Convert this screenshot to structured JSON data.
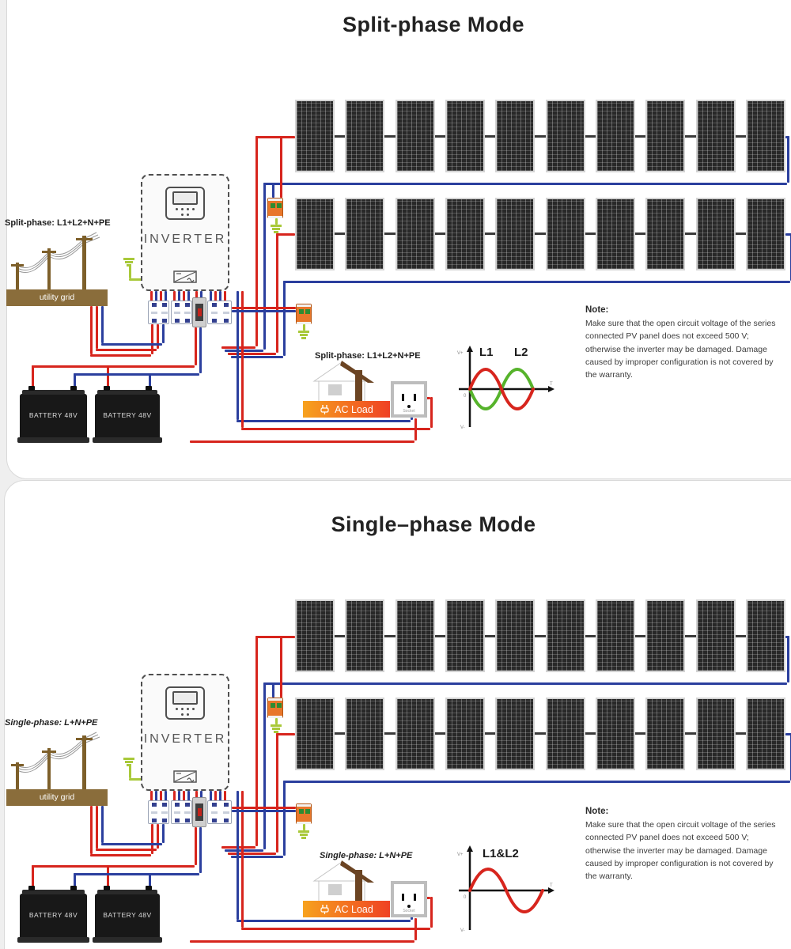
{
  "page": {
    "background": "#efefef"
  },
  "colors": {
    "wire_live_red": "#d7251d",
    "wire_neutral_blue": "#2b3f9e",
    "ground_green": "#a9c93a",
    "ac_load_orange": "#ef4123",
    "utility_grid_brown": "#8a6d3b",
    "wave_l1_red": "#d7251d",
    "wave_l2_green": "#56b32b",
    "panel_dark": "#282828"
  },
  "sections": [
    {
      "title": "Split-phase Mode",
      "phase_label": "Split-phase: L1+L2+N+PE",
      "load_phase_label": "Split-phase: L1+L2+N+PE",
      "utility_grid_label": "utility grid",
      "inverter_label": "INVERTER",
      "battery_labels": [
        "BATTERY 48V",
        "BATTERY 48V"
      ],
      "ac_load_label": "AC Load",
      "socket_label": "Socket",
      "pv_array": {
        "rows": 2,
        "panels_per_row": 10,
        "connection": "series"
      },
      "waveform": {
        "labels": [
          "L1",
          "L2"
        ],
        "axis": {
          "v_plus": "V+",
          "v_minus": "V-",
          "origin": "0",
          "time": "T"
        },
        "waves": [
          {
            "name": "L1",
            "color": "#d7251d",
            "phase_deg": 0
          },
          {
            "name": "L2",
            "color": "#56b32b",
            "phase_deg": 180
          }
        ]
      },
      "note": {
        "title": "Note:",
        "body": "Make sure that the open circuit voltage of the series connected PV panel does not exceed 500 V; otherwise the inverter may be damaged. Damage caused by improper configuration is not covered by the warranty."
      }
    },
    {
      "title": "Single–phase Mode",
      "phase_label": "Single-phase: L+N+PE",
      "load_phase_label": "Single-phase: L+N+PE",
      "utility_grid_label": "utility grid",
      "inverter_label": "INVERTER",
      "battery_labels": [
        "BATTERY 48V",
        "BATTERY 48V"
      ],
      "ac_load_label": "AC Load",
      "socket_label": "Socket",
      "pv_array": {
        "rows": 2,
        "panels_per_row": 10,
        "connection": "series"
      },
      "waveform": {
        "labels": [
          "L1&L2"
        ],
        "axis": {
          "v_plus": "V+",
          "v_minus": "V-",
          "origin": "0",
          "time": "T"
        },
        "waves": [
          {
            "name": "L1&L2",
            "color": "#d7251d",
            "phase_deg": 0
          }
        ]
      },
      "note": {
        "title": "Note:",
        "body": "Make sure that the open circuit voltage of the series connected PV panel does not exceed 500 V; otherwise the inverter may be damaged. Damage caused by improper configuration is not covered by the warranty."
      }
    }
  ]
}
